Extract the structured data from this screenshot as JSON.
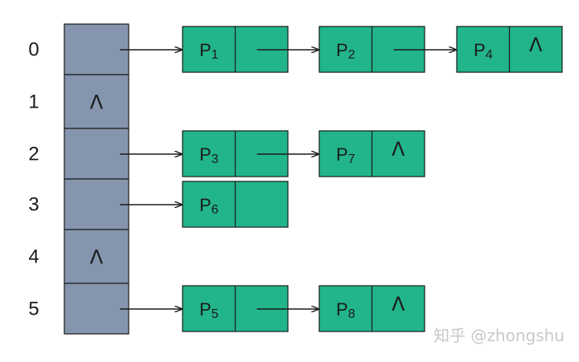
{
  "colors": {
    "table_fill": "#8595ae",
    "node_fill": "#22b48a",
    "stroke": "#1a1a1a",
    "watermark": "#c8c8c8"
  },
  "null_symbol": "Λ",
  "table": {
    "rows": [
      {
        "index": "0",
        "null": false
      },
      {
        "index": "1",
        "null": true
      },
      {
        "index": "2",
        "null": false
      },
      {
        "index": "3",
        "null": false
      },
      {
        "index": "4",
        "null": true
      },
      {
        "index": "5",
        "null": false
      }
    ]
  },
  "chains": [
    {
      "row": 0,
      "nodes": [
        {
          "letter": "P",
          "sub": "1",
          "next_null": false
        },
        {
          "letter": "P",
          "sub": "2",
          "next_null": false
        },
        {
          "letter": "P",
          "sub": "4",
          "next_null": true
        }
      ]
    },
    {
      "row": 2,
      "nodes": [
        {
          "letter": "P",
          "sub": "3",
          "next_null": false
        },
        {
          "letter": "P",
          "sub": "7",
          "next_null": true
        }
      ]
    },
    {
      "row": 3,
      "nodes": [
        {
          "letter": "P",
          "sub": "6",
          "next_null": false
        }
      ]
    },
    {
      "row": 5,
      "nodes": [
        {
          "letter": "P",
          "sub": "5",
          "next_null": false
        },
        {
          "letter": "P",
          "sub": "8",
          "next_null": true
        }
      ]
    }
  ],
  "watermark": "知乎 @zhongshu"
}
